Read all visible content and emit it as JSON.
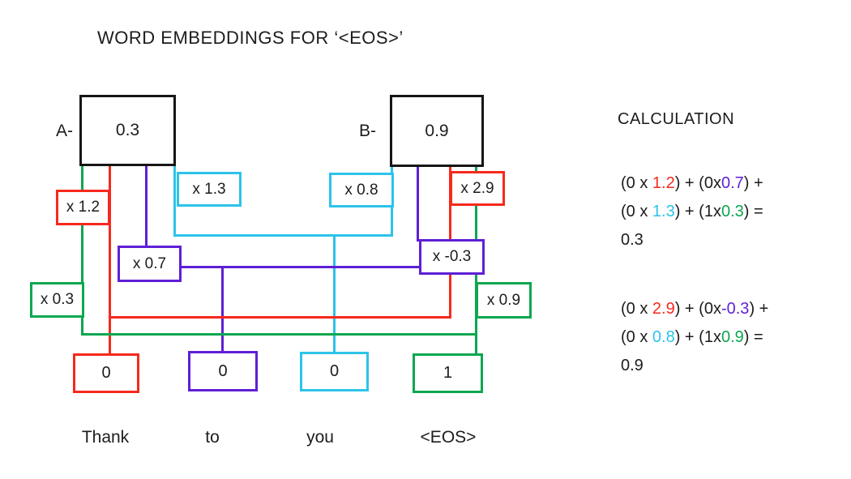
{
  "title": "WORD EMBEDDINGS FOR ‘<EOS>’",
  "colors": {
    "red": "#f7291c",
    "purple": "#5e1fd6",
    "cyan": "#2cc3ea",
    "green": "#0da750"
  },
  "neurons": {
    "a": {
      "label": "A-",
      "value": "0.3"
    },
    "b": {
      "label": "B-",
      "value": "0.9"
    }
  },
  "weights": {
    "a_thank": "x 1.2",
    "a_to": "x 0.7",
    "a_you": "x 1.3",
    "a_eos": "x 0.3",
    "b_thank": "x 2.9",
    "b_to": "x -0.3",
    "b_you": "x 0.8",
    "b_eos": "x 0.9"
  },
  "inputs": [
    {
      "value": "0",
      "word": "Thank"
    },
    {
      "value": "0",
      "word": "to"
    },
    {
      "value": "0",
      "word": "you"
    },
    {
      "value": "1",
      "word": "<EOS>"
    }
  ],
  "calculation": {
    "heading": "CALCULATION",
    "a": {
      "p1": "(0 x ",
      "v1": "1.2",
      "p2": ") + (0x",
      "v2": "0.7",
      "p3": ") +",
      "p4": "(0 x ",
      "v3": "1.3",
      "p5": ") + (1x",
      "v4": "0.3",
      "p6": ") =",
      "result": "0.3"
    },
    "b": {
      "p1": "(0 x ",
      "v1": "2.9",
      "p2": ") + (0x",
      "v2": "-0.3",
      "p3": ") +",
      "p4": "(0 x ",
      "v3": "0.8",
      "p5": ") + (1x",
      "v4": "0.9",
      "p6": ") =",
      "result": "0.9"
    }
  }
}
